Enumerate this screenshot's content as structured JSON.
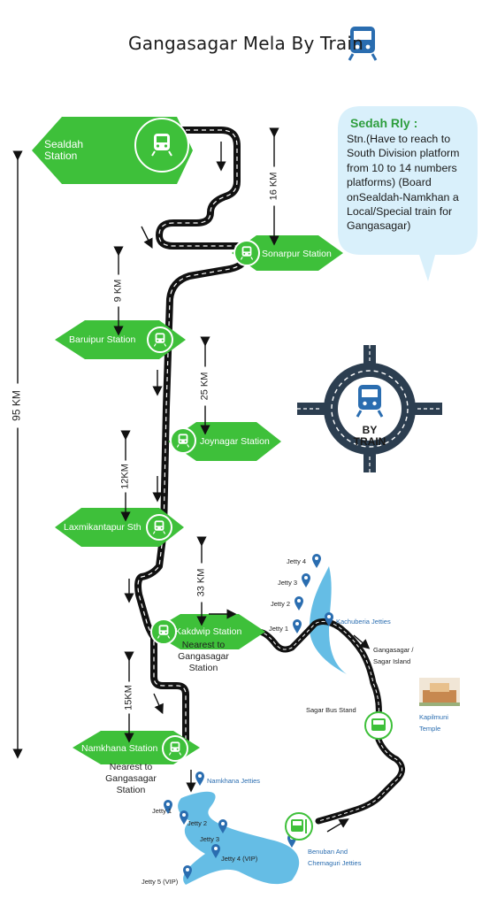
{
  "title": "Gangasagar Mela By Train",
  "bubble": {
    "title": "Sedah Rly :",
    "body": "Stn.(Have to reach to South Division platform from 10 to 14 numbers platforms) (Board onSealdah-Namkhan a Local/Special train for Gangasagar)"
  },
  "by_train_label": "BY TRAIN",
  "stations": {
    "sealdah": [
      "Sealdah",
      "Station"
    ],
    "sonarpur": "Sonarpur Station",
    "baruipur": "Baruipur  Station",
    "joynagar": "Joynagar Station",
    "laxmikantapur": "Laxmikantapur Sth",
    "kakdwip": "Kakdwip Station",
    "namkhana": "Namkhana Station"
  },
  "notes": {
    "kakdwip": [
      "Nearest to",
      "Gangasagar",
      "Station"
    ],
    "namkhana": [
      "Nearest to",
      "Gangasagar",
      "Station"
    ]
  },
  "distances": {
    "total": "95 KM",
    "d16": "16 KM",
    "d9": "9 KM",
    "d25": "25 KM",
    "d12": "12KM",
    "d33": "33 KM",
    "d15": "15KM"
  },
  "jetties_north": [
    "Jetty 4",
    "Jetty 3",
    "Jetty 2",
    "Jetty 1"
  ],
  "kachuberia": "Kachuberia Jetties",
  "gangasagar_island": [
    "Gangasagar /",
    "Sagar Island"
  ],
  "sagar_bus_stand": "Sagar Bus Stand",
  "kapilmuni": [
    "Kapilmuni",
    "Temple"
  ],
  "namkhana_jetties": "Namkhana Jetties",
  "jetties_south": [
    "Jetty 1",
    "Jetty 2",
    "Jetty 3",
    "Jetty 4 (VIP)",
    "Jetty 5 (VIP)"
  ],
  "benuban": [
    "Benuban And",
    "Chemaguri Jetties"
  ],
  "colors": {
    "green": "#3ec03a",
    "road": "#111111",
    "river": "#4ab2e0",
    "bubble": "#d9f0fb",
    "pin": "#2a6db0"
  },
  "icons": [
    "train-icon",
    "bus-icon",
    "location-pin-icon",
    "temple-image"
  ]
}
